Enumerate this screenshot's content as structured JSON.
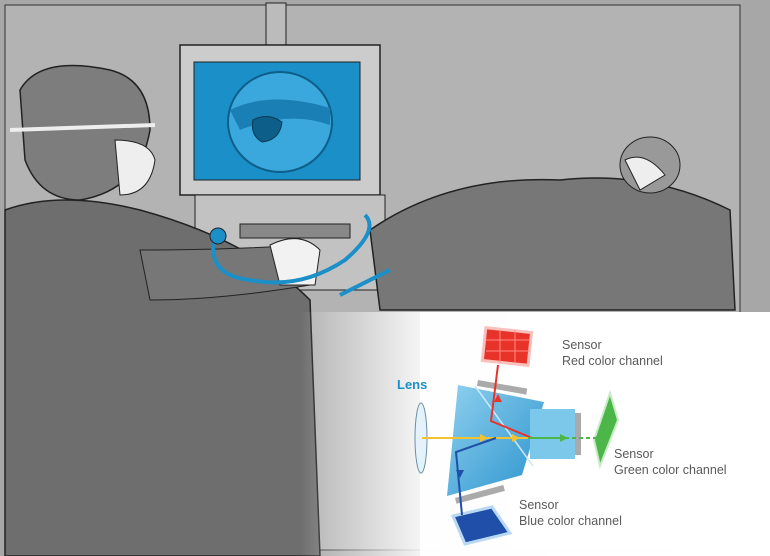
{
  "diagram": {
    "lens_label": "Lens",
    "sensors": [
      {
        "title": "Sensor",
        "channel": "Red color channel",
        "color": "#e8332a"
      },
      {
        "title": "Sensor",
        "channel": "Green color channel",
        "color": "#4cb648"
      },
      {
        "title": "Sensor",
        "channel": "Blue color channel",
        "color": "#1f4fa8"
      }
    ],
    "beam_color": "#f2c230",
    "prism_color": "#3aa3d6",
    "monitor_screen_color": "#1a8fc8"
  }
}
